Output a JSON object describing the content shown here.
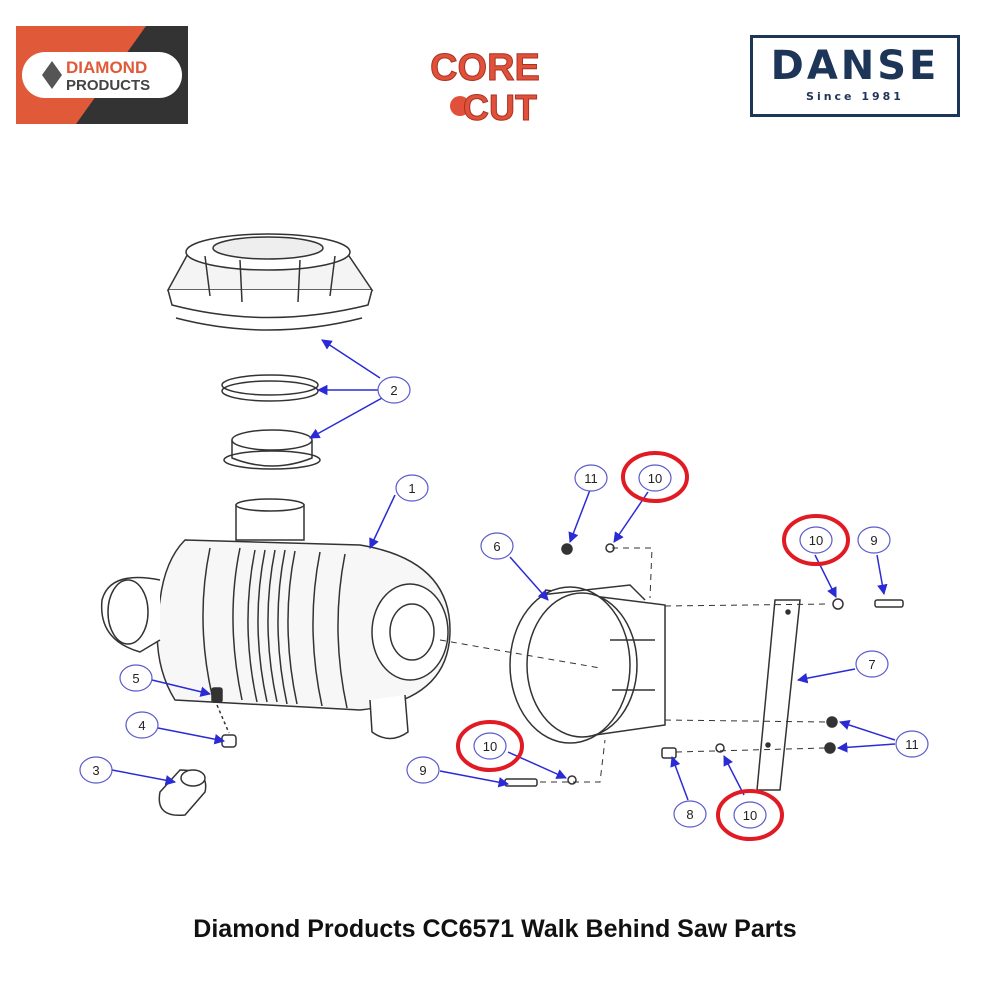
{
  "logos": {
    "diamond_line1": "DIAMOND",
    "diamond_line2": "PRODUCTS",
    "corecut_line1": "CORE",
    "corecut_line2": "CUT",
    "danse_name": "DANSE",
    "danse_tagline": "Since 1981"
  },
  "caption": "Diamond Products CC6571 Walk Behind Saw Parts",
  "callouts": {
    "c1": "1",
    "c2": "2",
    "c3": "3",
    "c4": "4",
    "c5": "5",
    "c6": "6",
    "c7": "7",
    "c8": "8",
    "c9a": "9",
    "c9b": "9",
    "c10a": "10",
    "c10b": "10",
    "c10c": "10",
    "c10d": "10",
    "c11a": "11",
    "c11b": "11"
  },
  "colors": {
    "callout_arrow": "#2b2bd6",
    "highlight_ring": "#e01b24",
    "line_art": "#333333"
  }
}
